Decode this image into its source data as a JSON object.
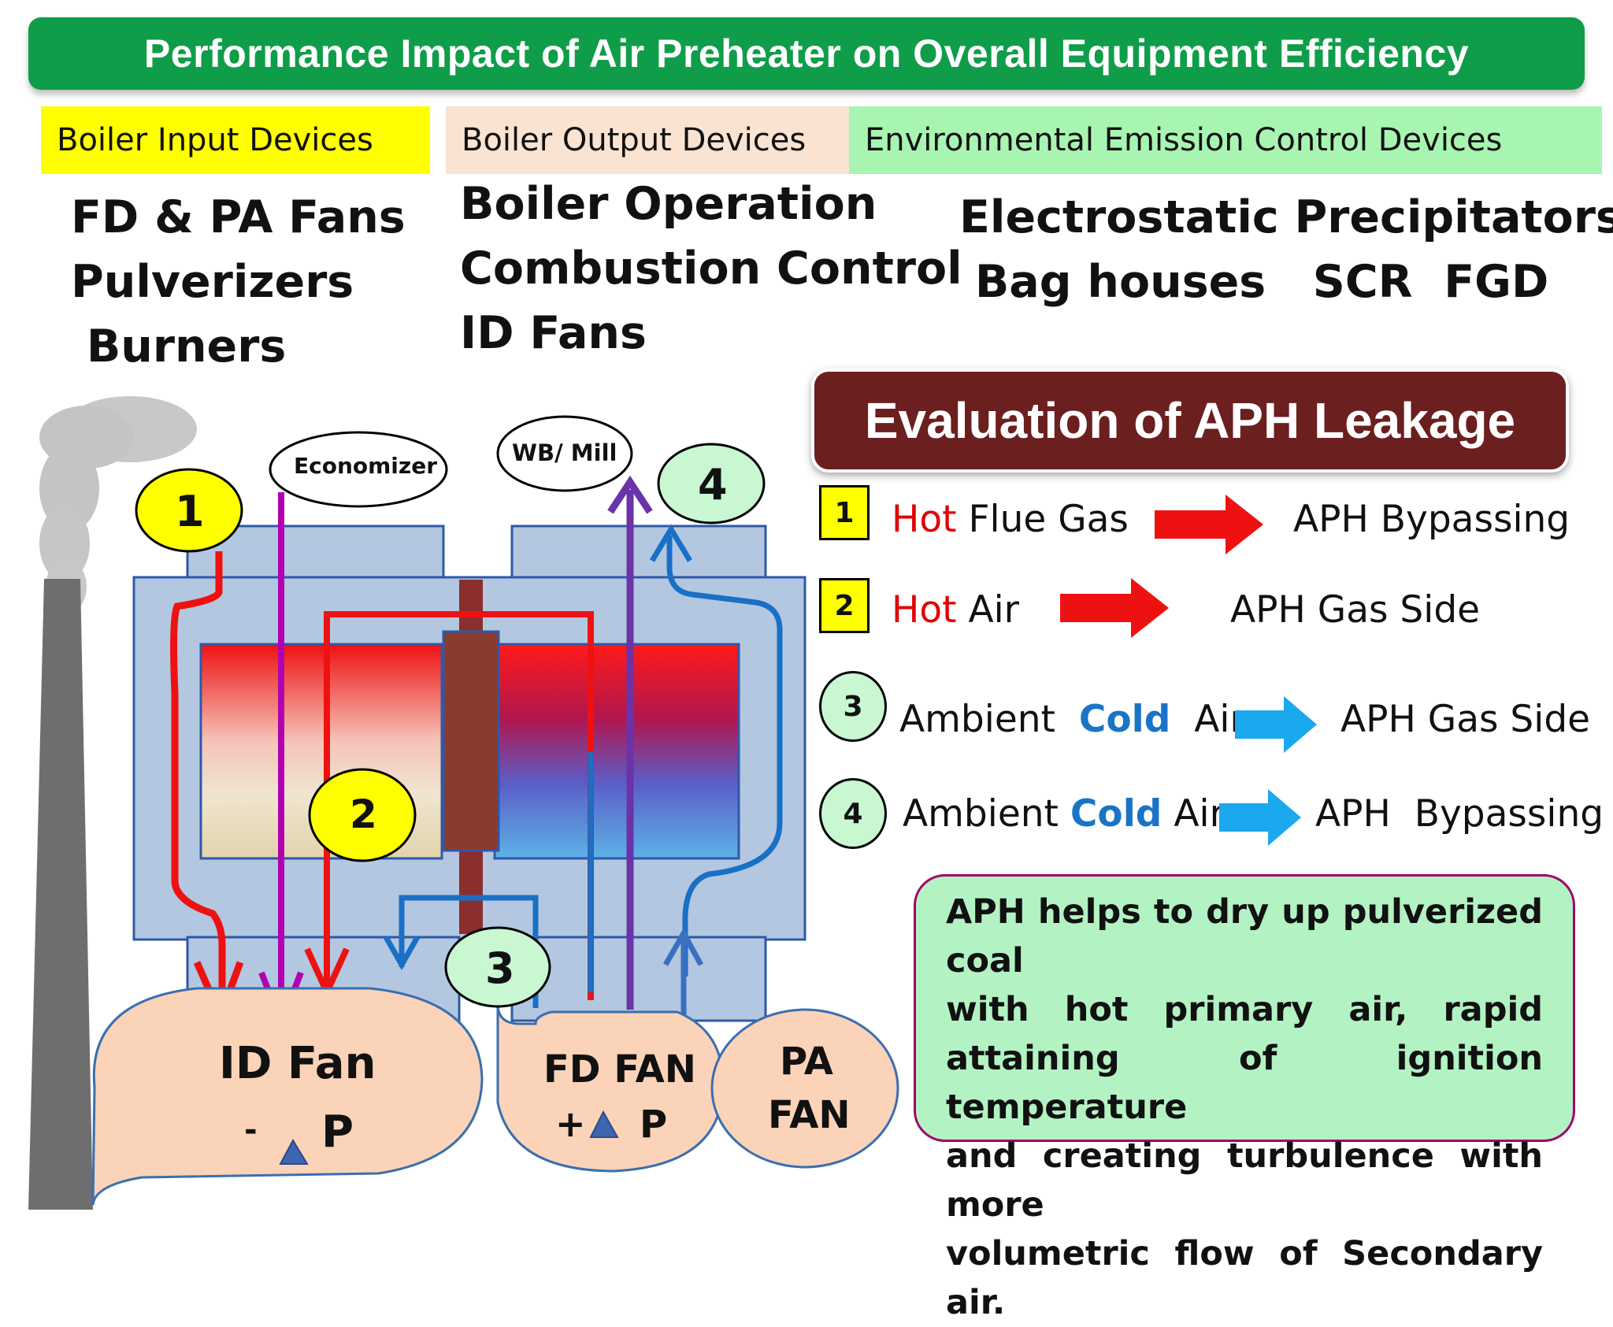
{
  "title": "Performance Impact of Air Preheater  on Overall Equipment Efficiency",
  "categories": {
    "input": {
      "header": "Boiler  Input Devices",
      "items": [
        "FD & PA Fans",
        "Pulverizers",
        " Burners"
      ]
    },
    "output": {
      "header": "Boiler  Output Devices",
      "items": [
        "Boiler Operation",
        "Combustion Control",
        "ID Fans"
      ]
    },
    "environment": {
      "header": "Environmental  Emission   Control  Devices",
      "items": [
        "Electrostatic Precipitators",
        " Bag houses   SCR  FGD"
      ]
    }
  },
  "diagram": {
    "economizer_label": "Economizer",
    "mill_label": "WB/ Mill",
    "markers": [
      "1",
      "2",
      "3",
      "4"
    ],
    "id_fan": {
      "label": "ID Fan",
      "sign": "-",
      "pressure": "P"
    },
    "fd_fan": {
      "label": "FD FAN",
      "sign": "+",
      "pressure": "P"
    },
    "pa_fan": {
      "line1": "PA",
      "line2": "FAN"
    }
  },
  "leakage": {
    "header": "Evaluation of APH Leakage",
    "items": [
      {
        "num": "1",
        "hot": "Hot",
        "rest": " Flue Gas",
        "target": "APH Bypassing",
        "arrow_color": "#ee1111"
      },
      {
        "num": "2",
        "hot": "Hot",
        "rest": " Air",
        "target": "APH Gas Side",
        "arrow_color": "#ee1111"
      },
      {
        "num": "3",
        "pre": "Ambient  ",
        "cold": "Cold",
        "post": "  Air",
        "target": "APH Gas Side",
        "arrow_color": "#1ba8ee"
      },
      {
        "num": "4",
        "pre": "Ambient ",
        "cold": "Cold",
        "post": " Air",
        "target": "APH  Bypassing",
        "arrow_color": "#1ba8ee"
      }
    ]
  },
  "note": {
    "lines": [
      "APH helps to dry up pulverized coal",
      "with   hot   primary   air,   rapid",
      "attaining  of ignition temperature",
      "and creating turbulence with more",
      "volumetric flow of Secondary air."
    ]
  },
  "colors": {
    "title_bg": "#109d4a",
    "aph_header_bg": "#6b1f1f",
    "hot": "#e00000",
    "cold": "#1a74c6",
    "duct": "#b3c7e0",
    "fan": "#fbd3b8",
    "note_bg": "#b3f2c3"
  }
}
